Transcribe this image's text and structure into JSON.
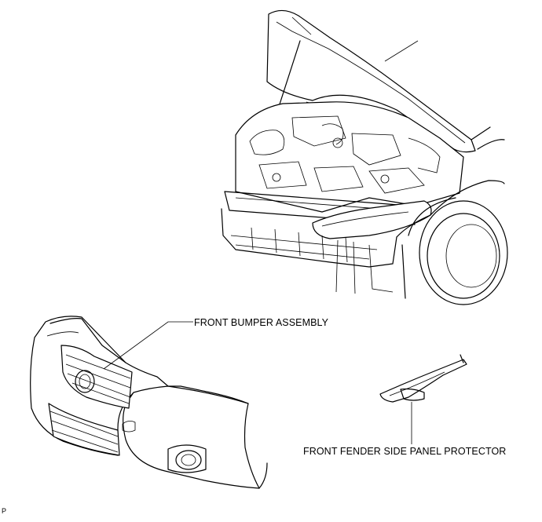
{
  "labels": {
    "front_bumper": "FRONT BUMPER ASSEMBLY",
    "fender_protector": "FRONT FENDER SIDE PANEL PROTECTOR",
    "corner_mark": "P"
  }
}
